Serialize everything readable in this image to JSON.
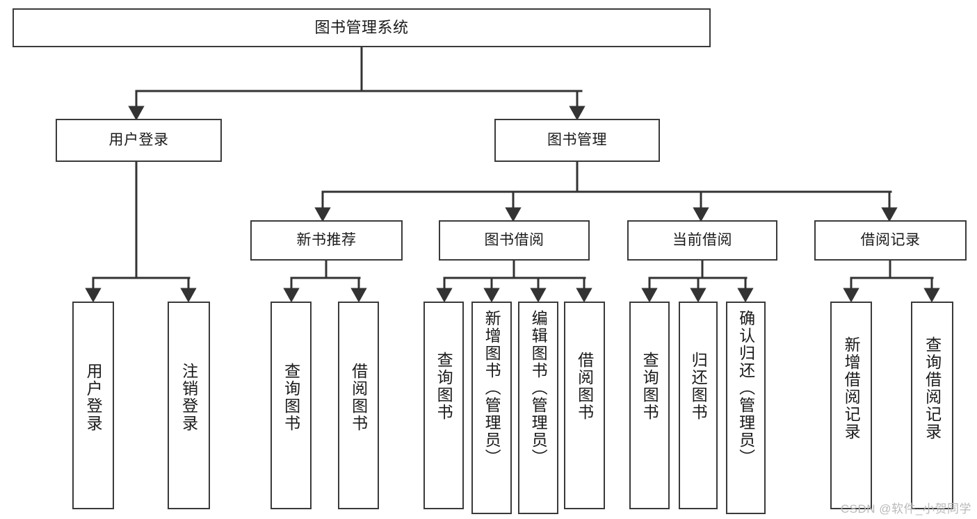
{
  "diagram": {
    "title": "图书管理系统",
    "type": "tree",
    "watermark": "CSDN @软件_小贺同学",
    "colors": {
      "box_border": "#3a3a3a",
      "connector": "#333333",
      "background": "#ffffff",
      "text": "#1a1a1a",
      "watermark": "#b9b9b9"
    },
    "levels": {
      "root": {
        "label": "图书管理系统"
      },
      "level2": [
        {
          "label": "用户登录"
        },
        {
          "label": "图书管理"
        }
      ],
      "level3": [
        {
          "label": "新书推荐"
        },
        {
          "label": "图书借阅"
        },
        {
          "label": "当前借阅"
        },
        {
          "label": "借阅记录"
        }
      ],
      "leaves": [
        {
          "label": "用户登录",
          "parent": "用户登录"
        },
        {
          "label": "注销登录",
          "parent": "用户登录"
        },
        {
          "label": "查询图书",
          "parent": "新书推荐"
        },
        {
          "label": "借阅图书",
          "parent": "新书推荐"
        },
        {
          "label": "查询图书",
          "parent": "图书借阅"
        },
        {
          "label": "新增图书（管理员）",
          "parent": "图书借阅"
        },
        {
          "label": "编辑图书（管理员）",
          "parent": "图书借阅"
        },
        {
          "label": "借阅图书",
          "parent": "图书借阅"
        },
        {
          "label": "查询图书",
          "parent": "当前借阅"
        },
        {
          "label": "归还图书",
          "parent": "当前借阅"
        },
        {
          "label": "确认归还（管理员）",
          "parent": "当前借阅"
        },
        {
          "label": "新增借阅记录",
          "parent": "借阅记录"
        },
        {
          "label": "查询借阅记录",
          "parent": "借阅记录"
        }
      ]
    }
  }
}
